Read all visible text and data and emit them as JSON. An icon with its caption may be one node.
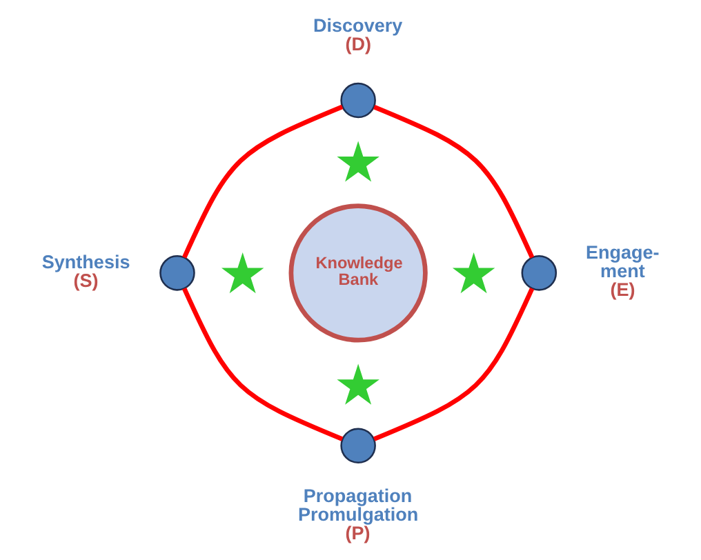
{
  "diagram": {
    "nodes": [
      {
        "text": [
          "Knowledge Bank"
        ]
      },
      {
        "text": [],
        "shape": "circle",
        "beside": [
          "Discovery",
          "(D)"
        ]
      },
      {
        "text": [],
        "shape": "circle",
        "beside": [
          "Synthesis",
          "(S)"
        ]
      },
      {
        "text": [],
        "shape": "circle",
        "beside": [
          "Engage- ment",
          "(E)"
        ]
      },
      {
        "text": [],
        "shape": "circle",
        "beside": [
          "Propagation Promulgation",
          "(P)"
        ]
      },
      {
        "text": [],
        "shape": "star"
      },
      {
        "text": [],
        "shape": "star"
      },
      {
        "text": [],
        "shape": "star"
      },
      {
        "text": [],
        "shape": "star"
      }
    ],
    "edges": [
      {
        "from": 1,
        "to": 3,
        "arrow": "none"
      },
      {
        "from": 3,
        "to": 4,
        "arrow": "none"
      },
      {
        "from": 4,
        "to": 2,
        "arrow": "none"
      },
      {
        "from": 2,
        "to": 1,
        "arrow": "none"
      }
    ]
  }
}
